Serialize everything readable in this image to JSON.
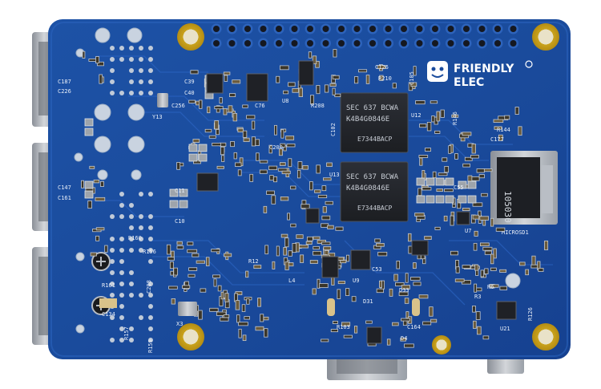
{
  "brand": {
    "line1": "FRIENDLY",
    "line2": "ELEC"
  },
  "chips": [
    {
      "line1": "SEC 637 BCWA",
      "line2": "K4B4G0846E",
      "line3": "E7344BACP"
    },
    {
      "line1": "SEC 637 BCWA",
      "line2": "K4B4G0846E",
      "line3": "E7344BACP"
    }
  ],
  "microsd": {
    "label": "MICROSD1",
    "slot_text": "105030"
  },
  "silkscreen": {
    "c187": "C187",
    "c226": "C226",
    "c147": "C147",
    "c161": "C161",
    "r160": "R160",
    "r156": "R156",
    "r161": "R161",
    "c134": "C134",
    "r157": "R157",
    "r159": "R159",
    "x3": "X3",
    "y13": "Y13",
    "c256": "C256",
    "c39": "C39",
    "c40": "C40",
    "c11": "C11",
    "c10": "C10",
    "u7": "U7",
    "u8": "U8",
    "u9": "U9",
    "u12": "U12",
    "u13": "U13",
    "u21": "U21",
    "c177": "C177",
    "r144": "R144",
    "d31": "D31",
    "d33": "D33",
    "r103": "R103",
    "c164": "C164",
    "r126": "R126",
    "r6": "R6",
    "r3": "R3",
    "c53": "C53",
    "l4": "L4",
    "r12": "R12",
    "c76": "C76",
    "r208": "R208",
    "c126": "C126",
    "r210": "R210",
    "c105": "C105",
    "c102": "C102",
    "c200": "C200",
    "r146": "R146",
    "c208": "C208",
    "d4": "D4",
    "c55": "C55"
  }
}
